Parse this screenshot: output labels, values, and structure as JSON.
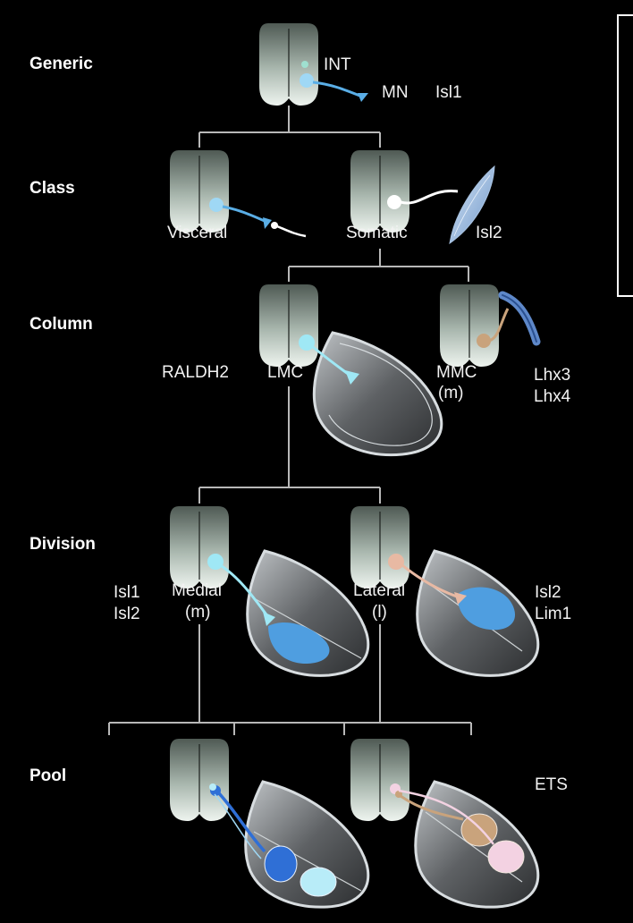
{
  "rows": {
    "generic": "Generic",
    "class": "Class",
    "column": "Column",
    "division": "Division",
    "pool": "Pool"
  },
  "labels": {
    "int": "INT",
    "mn": "MN",
    "isl1_generic": "Isl1",
    "visceral": "Visceral",
    "somatic": "Somatic",
    "isl2_class": "Isl2",
    "raldh2": "RALDH2",
    "lmc": "LMC",
    "mmc": "MMC",
    "mmc_m": "(m)",
    "lhx3": "Lhx3",
    "lhx4": "Lhx4",
    "isl1_div": "Isl1",
    "isl2_div": "Isl2",
    "medial": "Medial",
    "medial_m": "(m)",
    "lateral": "Lateral",
    "lateral_l": "(l)",
    "isl2_lat": "Isl2",
    "lim1": "Lim1",
    "ets": "ETS"
  },
  "colors": {
    "background": "#000000",
    "cord_light": "#e6efe8",
    "cord_dark": "#6d7a72",
    "blue_light": "#9fd8f5",
    "blue_mid": "#5aaee6",
    "blue_dark": "#2f6fd6",
    "peach": "#e8b9a3",
    "tan": "#c9a37c",
    "pink": "#f3d2e2",
    "line": "#b8b8b8"
  }
}
